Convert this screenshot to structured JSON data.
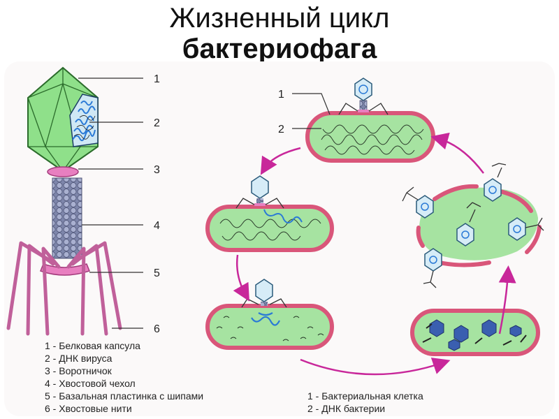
{
  "title": {
    "line1": "Жизненный цикл",
    "line2": "бактериофага"
  },
  "phage_labels": [
    "1",
    "2",
    "3",
    "4",
    "5",
    "6"
  ],
  "cycle_labels": [
    "1",
    "2"
  ],
  "legend_left": [
    "1 - Белковая капсула",
    "2 - ДНК вируса",
    "3 - Воротничок",
    "4 - Хвостовой чехол",
    "5 - Базальная пластинка с шипами",
    "6 - Хвостовые нити"
  ],
  "legend_right": [
    "1 -  Бактериальная клетка",
    "2 - ДНК бактерии"
  ],
  "colors": {
    "capsid": "#8fe08a",
    "cell_fill": "#a6e3a1",
    "cell_membrane": "#d9567a",
    "collar": "#e87fc0",
    "tail": "#8c94b8",
    "fibers": "#c0609a",
    "dna_virus": "#2a7ad6",
    "arrow": "#c8279a"
  }
}
